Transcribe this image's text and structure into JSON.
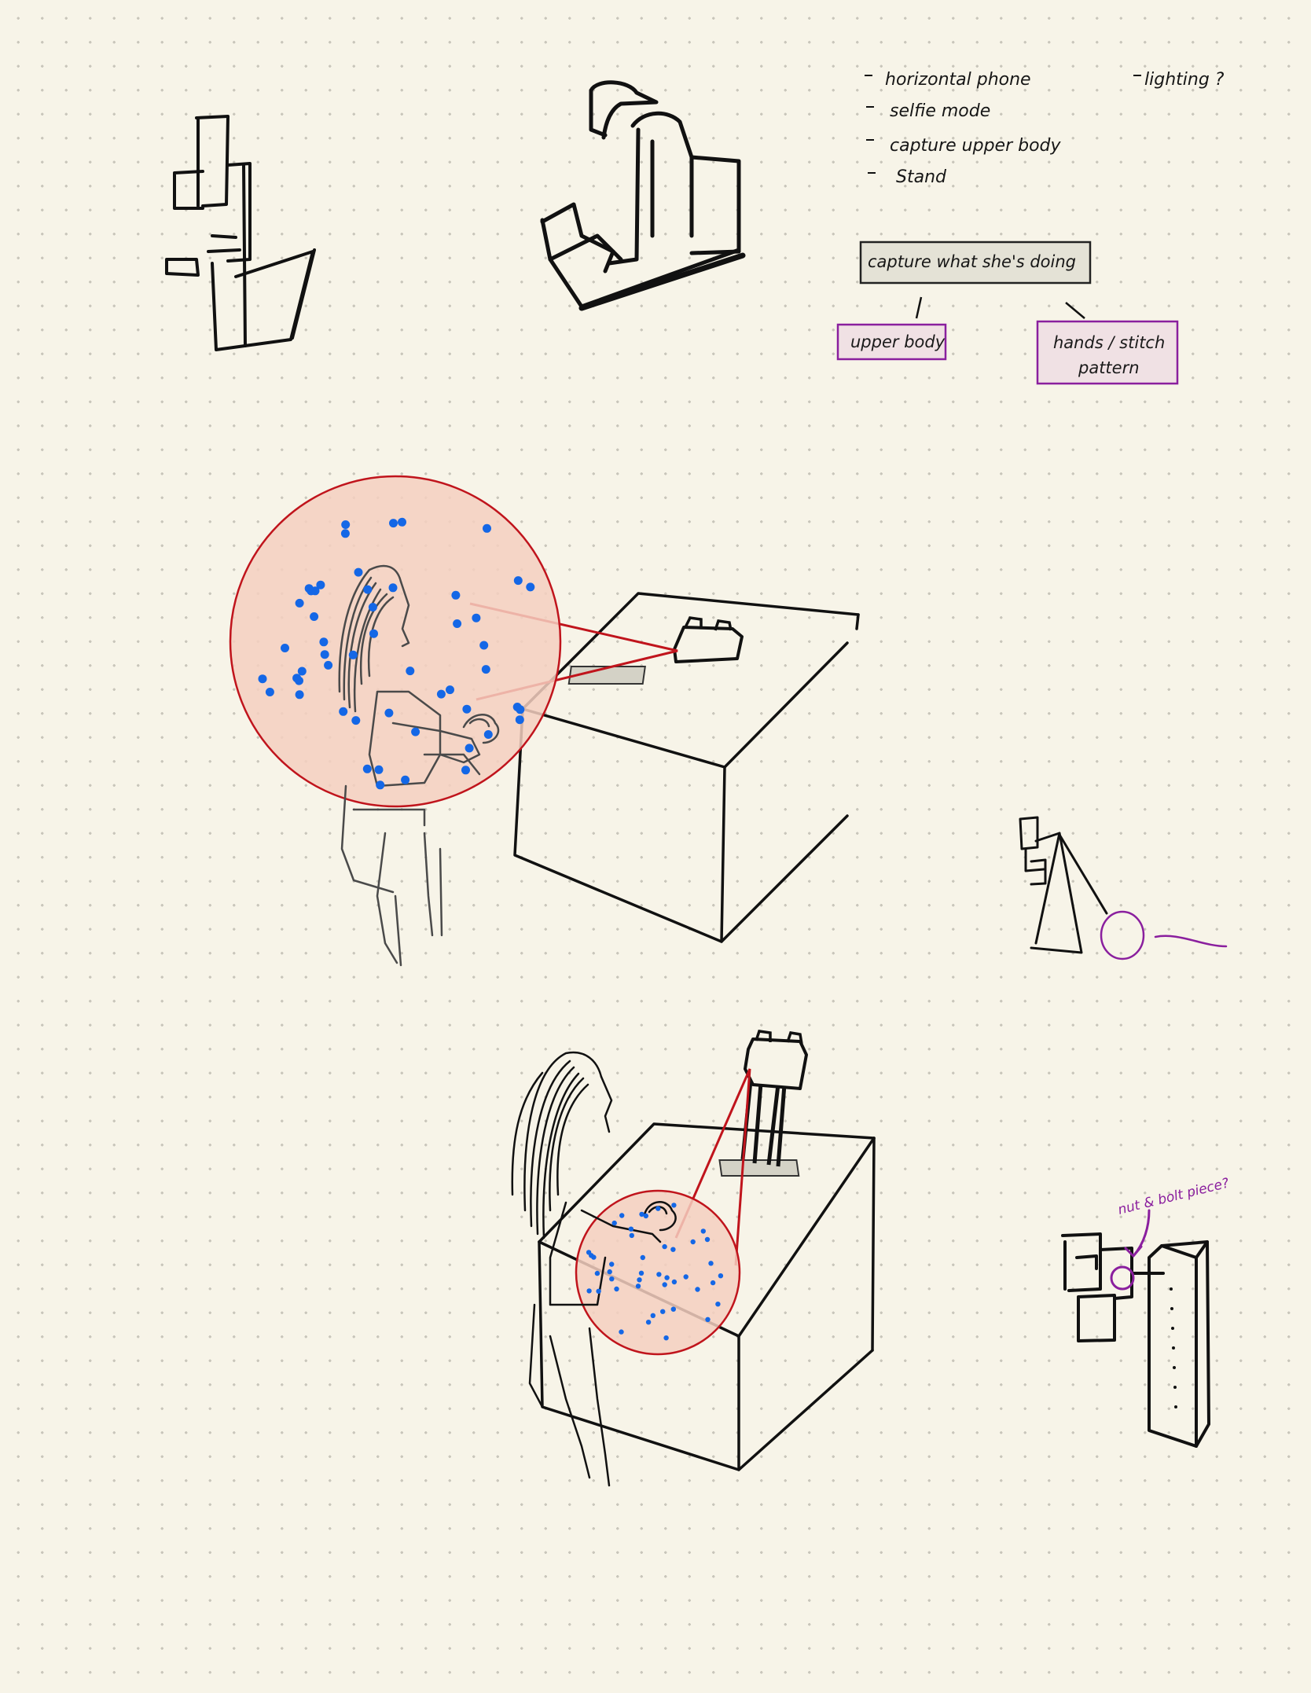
{
  "notes": {
    "items": [
      "horizontal phone",
      "selfie mode",
      "capture upper body",
      "Stand"
    ],
    "side_note": "lighting ?"
  },
  "concept_map": {
    "root": "capture what she's doing",
    "child_left": "upper body",
    "child_right_line1": "hands / stitch",
    "child_right_line2": "pattern"
  },
  "annotation": {
    "nut_bolt": "nut & bolt piece?"
  },
  "colors": {
    "ink": "#111111",
    "pencil": "#4a4a4a",
    "red": "#c0141c",
    "fill_pink": "#f4cfc0",
    "dot_blue": "#1467e6",
    "purple": "#8a1f9e",
    "box_gray": "#e4e2d6",
    "box_pink": "#f0e1e4"
  }
}
